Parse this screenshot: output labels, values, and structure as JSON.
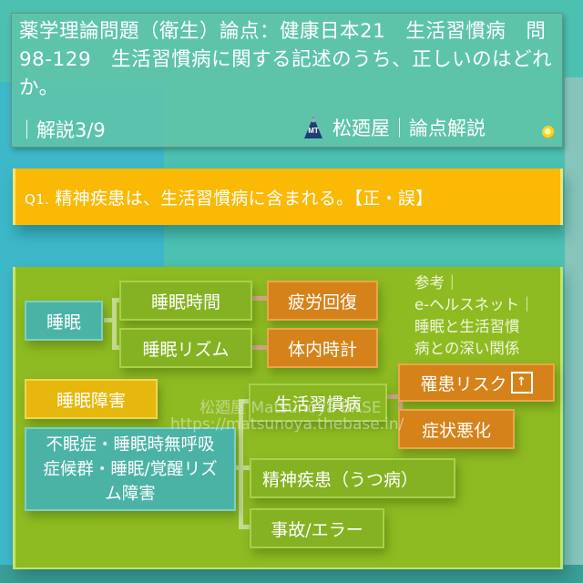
{
  "header": {
    "title": "薬学理論問題（衛生）論点：健康日本21　生活習慣病　問98-129　生活習慣病に関する記述のうち、正しいのはどれか。",
    "page_label": "｜解説3/9",
    "brand_logo_text": "MT",
    "brand_text": "松廼屋｜論点解説",
    "coin_icon": "gold-coin-icon"
  },
  "question": {
    "number": "Q1.",
    "text": "精神疾患は、生活習慣病に含まれる。【正・誤】"
  },
  "diagram": {
    "reference": {
      "line1": "参考｜",
      "line2": "e-ヘルスネット｜",
      "line3": "睡眠と生活習慣",
      "line4": "病との深い関係"
    },
    "sleep": "睡眠",
    "sleep_duration": "睡眠時間",
    "sleep_rhythm": "睡眠リズム",
    "fatigue_recovery": "疲労回復",
    "body_clock": "体内時計",
    "sleep_disorder": "睡眠障害",
    "disorder_examples": "不眠症・睡眠時無呼吸症候群・睡眠/覚醒リズム障害",
    "lifestyle_disease": "生活習慣病",
    "disease_risk": "罹患リスク",
    "risk_arrow": "↑",
    "symptom_worsening": "症状悪化",
    "mental_illness": "精神疾患（うつ病）",
    "accident_error": "事故/エラー",
    "watermark_line1": "松廼屋 Matsunoya BASE",
    "watermark_line2": "https://matsunoya.thebase.in/"
  },
  "colors": {
    "background": "#4cc1b2",
    "question_bg": "#f9b905",
    "panel_bg": "#8fbb22",
    "orange_node": "#d5821a",
    "teal_node": "#4bb3a6"
  }
}
